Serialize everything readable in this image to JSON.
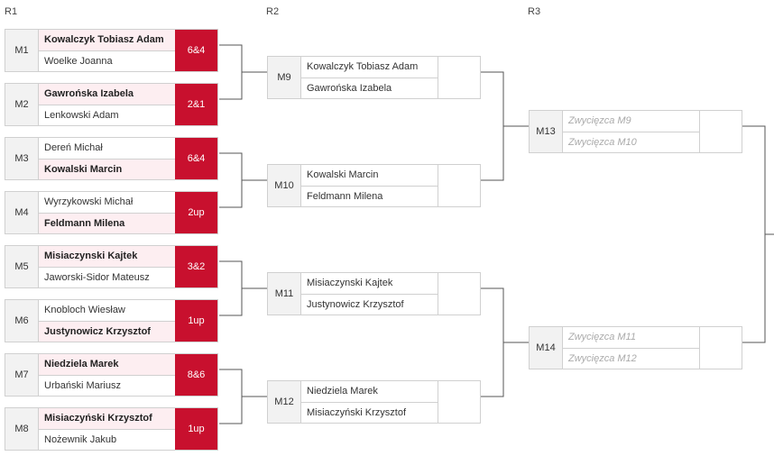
{
  "rounds": [
    "R1",
    "R2",
    "R3"
  ],
  "accent_color": "#c8102e",
  "r1": [
    {
      "id": "M1",
      "p1": "Kowalczyk Tobiasz Adam",
      "p2": "Woelke Joanna",
      "winner": 1,
      "score": "6&4"
    },
    {
      "id": "M2",
      "p1": "Gawrońska Izabela",
      "p2": "Lenkowski Adam",
      "winner": 1,
      "score": "2&1"
    },
    {
      "id": "M3",
      "p1": "Dereń Michał",
      "p2": "Kowalski Marcin",
      "winner": 2,
      "score": "6&4"
    },
    {
      "id": "M4",
      "p1": "Wyrzykowski Michał",
      "p2": "Feldmann Milena",
      "winner": 2,
      "score": "2up"
    },
    {
      "id": "M5",
      "p1": "Misiaczynski Kajtek",
      "p2": "Jaworski-Sidor Mateusz",
      "winner": 1,
      "score": "3&2"
    },
    {
      "id": "M6",
      "p1": "Knobloch Wiesław",
      "p2": "Justynowicz Krzysztof",
      "winner": 2,
      "score": "1up"
    },
    {
      "id": "M7",
      "p1": "Niedziela Marek",
      "p2": "Urbański Mariusz",
      "winner": 1,
      "score": "8&6"
    },
    {
      "id": "M8",
      "p1": "Misiaczyński Krzysztof",
      "p2": "Nożewnik Jakub",
      "winner": 1,
      "score": "1up"
    }
  ],
  "r2": [
    {
      "id": "M9",
      "p1": "Kowalczyk Tobiasz Adam",
      "p2": "Gawrońska Izabela"
    },
    {
      "id": "M10",
      "p1": "Kowalski Marcin",
      "p2": "Feldmann Milena"
    },
    {
      "id": "M11",
      "p1": "Misiaczynski Kajtek",
      "p2": "Justynowicz Krzysztof"
    },
    {
      "id": "M12",
      "p1": "Niedziela Marek",
      "p2": "Misiaczyński Krzysztof"
    }
  ],
  "r3": [
    {
      "id": "M13",
      "p1": "Zwycięzca M9",
      "p2": "Zwycięzca M10"
    },
    {
      "id": "M14",
      "p1": "Zwycięzca M11",
      "p2": "Zwycięzca M12"
    }
  ]
}
